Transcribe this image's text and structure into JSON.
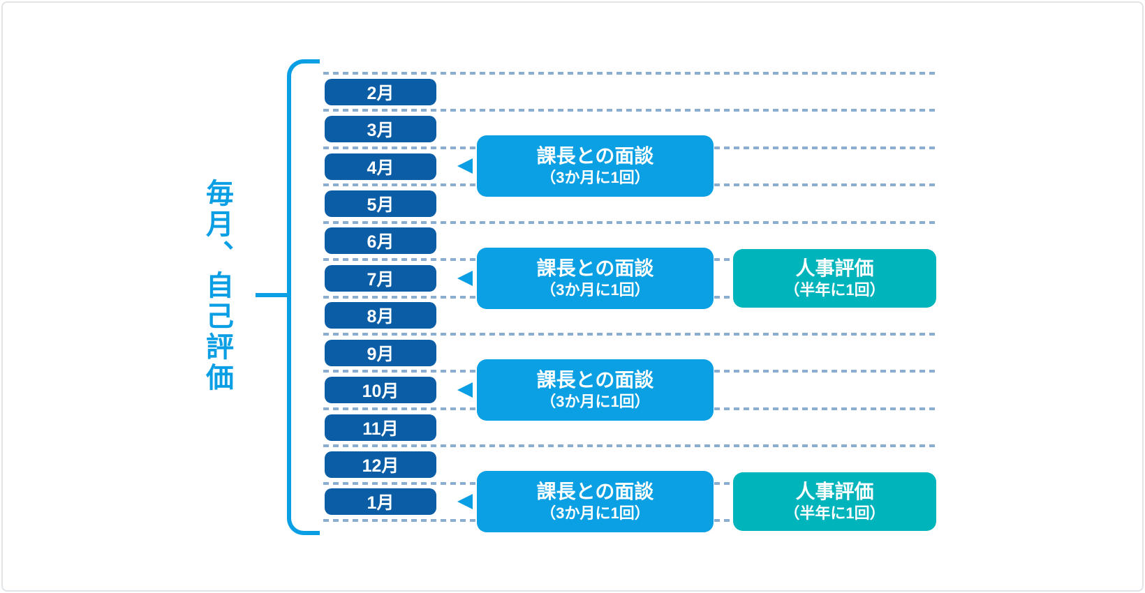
{
  "bracket": {
    "label": "毎月、自己評価"
  },
  "months": [
    {
      "label": "2月"
    },
    {
      "label": "3月"
    },
    {
      "label": "4月"
    },
    {
      "label": "5月"
    },
    {
      "label": "6月"
    },
    {
      "label": "7月"
    },
    {
      "label": "8月"
    },
    {
      "label": "9月"
    },
    {
      "label": "10月"
    },
    {
      "label": "11月"
    },
    {
      "label": "12月"
    },
    {
      "label": "1月"
    }
  ],
  "meeting_boxes": [
    {
      "month": "4月",
      "title": "課長との面談",
      "subtitle": "（3か月に1回）"
    },
    {
      "month": "7月",
      "title": "課長との面談",
      "subtitle": "（3か月に1回）"
    },
    {
      "month": "10月",
      "title": "課長との面談",
      "subtitle": "（3か月に1回）"
    },
    {
      "month": "1月",
      "title": "課長との面談",
      "subtitle": "（3か月に1回）"
    }
  ],
  "hr_boxes": [
    {
      "month": "7月",
      "title": "人事評価",
      "subtitle": "（半年に1回）"
    },
    {
      "month": "1月",
      "title": "人事評価",
      "subtitle": "（半年に1回）"
    }
  ],
  "colors": {
    "month_pill_blue": "#0b5ea6",
    "accent_blue": "#0a9ee4",
    "meeting_box_blue": "#0ba0e4",
    "hr_box_teal": "#00b4bc",
    "dashed_line": "#8cadd2",
    "background": "#ffffff",
    "frame_border": "#e1e5e8",
    "text_on_fill": "#ffffff"
  }
}
